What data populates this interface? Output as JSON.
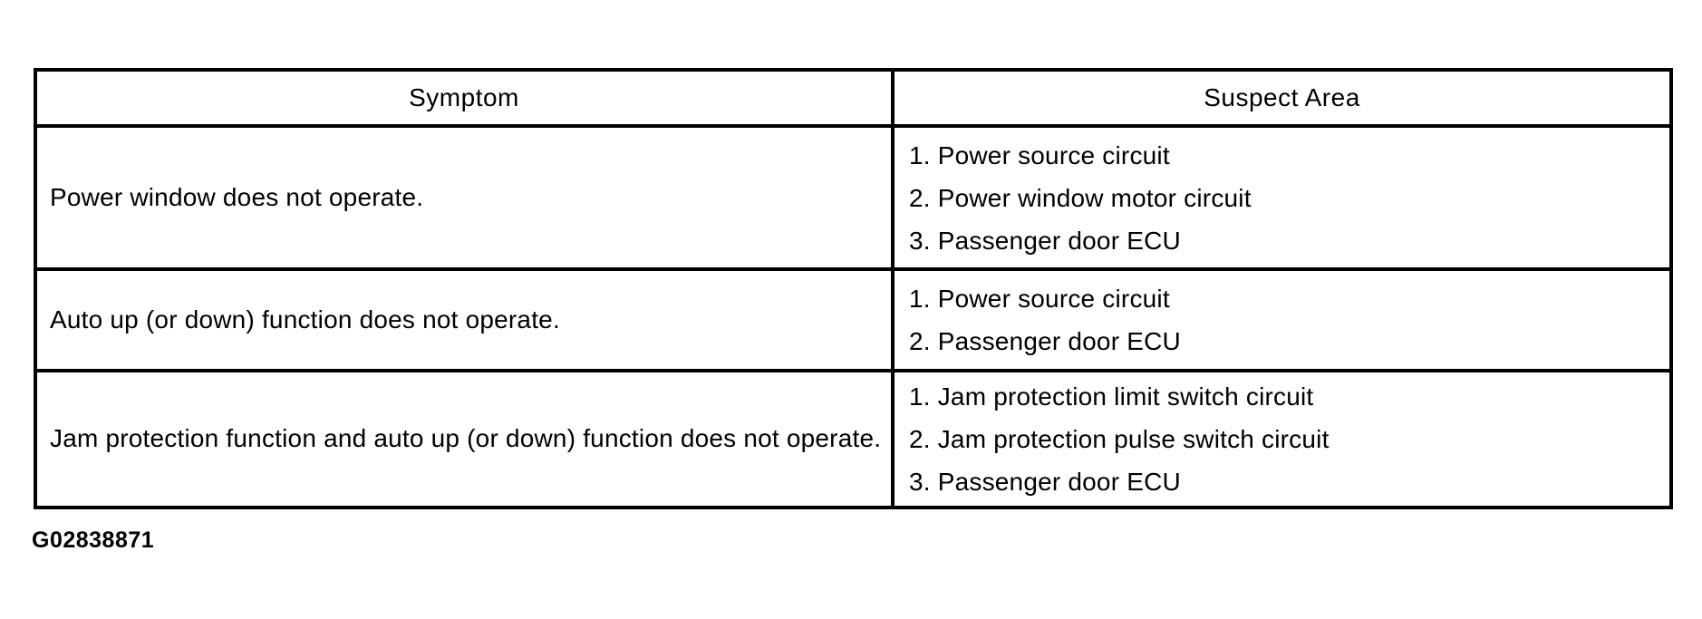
{
  "document": {
    "figure_id": "G02838871"
  },
  "colors": {
    "background": "#ffffff",
    "text": "#000000",
    "table_border": "#000000"
  },
  "table": {
    "columns": [
      {
        "label": "Symptom"
      },
      {
        "label": "Suspect Area"
      }
    ],
    "rows": [
      {
        "symptom": "Power window does not operate.",
        "suspect_areas": [
          "1. Power source circuit",
          "2. Power window motor circuit",
          "3. Passenger door ECU"
        ]
      },
      {
        "symptom": "Auto up (or down) function does not operate.",
        "suspect_areas": [
          "1. Power source circuit",
          "2. Passenger door ECU"
        ]
      },
      {
        "symptom": "Jam protection function and auto up (or down) function does not operate.",
        "suspect_areas": [
          "1. Jam protection limit switch circuit",
          "2. Jam protection pulse switch circuit",
          "3. Passenger door ECU"
        ]
      }
    ]
  }
}
